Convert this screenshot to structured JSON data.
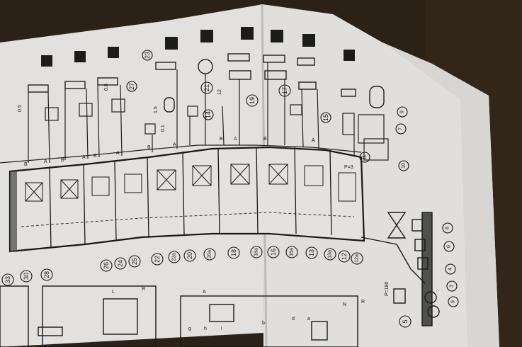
{
  "photo": {
    "table_color": "#2f2318",
    "paper_color": "#f2f1ee",
    "ink_color": "#1c1c1c"
  },
  "schematic": {
    "bottom_callouts": [
      "33",
      "30",
      "28",
      "26",
      "24",
      "25",
      "22",
      "22a",
      "20",
      "20a",
      "18",
      "18a",
      "16",
      "16a",
      "13",
      "13a",
      "12",
      "12a"
    ],
    "top_callouts": [
      "23",
      "27",
      "21",
      "14",
      "19",
      "17",
      "15"
    ],
    "right_callouts": [
      "11",
      "10",
      "9",
      "7",
      "8",
      "6",
      "4",
      "3"
    ],
    "lower_callouts": [
      "5",
      "9"
    ],
    "panel_letters": [
      "L",
      "R",
      "A",
      "g",
      "h",
      "i",
      "b",
      "d",
      "a",
      "N",
      "R"
    ],
    "port_letters": [
      "B",
      "A",
      "B",
      "A",
      "B",
      "A",
      "B",
      "A",
      "B",
      "A",
      "B",
      "A"
    ],
    "misc_labels": [
      "P=180",
      "P=3",
      "0.5",
      "0.8",
      "0.1",
      "1.5",
      "12"
    ]
  }
}
